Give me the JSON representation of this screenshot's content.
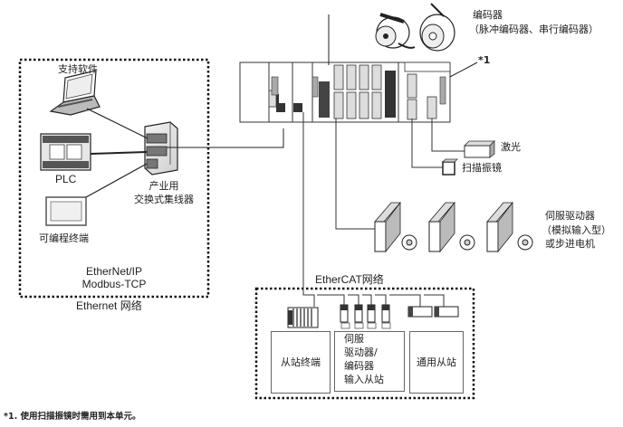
{
  "diagram": {
    "encoder": {
      "title": "编码器",
      "subtitle": "（脉冲编码器、串行编码器）"
    },
    "note_marker": "*1",
    "ethernet_group": {
      "support_software": "支持软件",
      "plc": "PLC",
      "switch_line1": "产业用",
      "switch_line2": "交换式集线器",
      "terminal": "可编程终端",
      "protocol_line1": "EtherNet/IP",
      "protocol_line2": "Modbus-TCP",
      "network_label": "Ethernet 网络"
    },
    "laser": "激光",
    "galvo": "扫描振镜",
    "servo": {
      "line1": "伺服驱动器",
      "line2": "（模拟输入型）",
      "line3": "或步进电机"
    },
    "ethercat": {
      "network_label": "EtherCAT网络",
      "slave_terminal": "从站终端",
      "servo_slave": [
        "伺服",
        "驱动器/",
        "编码器",
        "输入从站"
      ],
      "general_slave": "通用从站"
    },
    "footnote": "*1.  使用扫描振镜时需用到本单元。"
  }
}
